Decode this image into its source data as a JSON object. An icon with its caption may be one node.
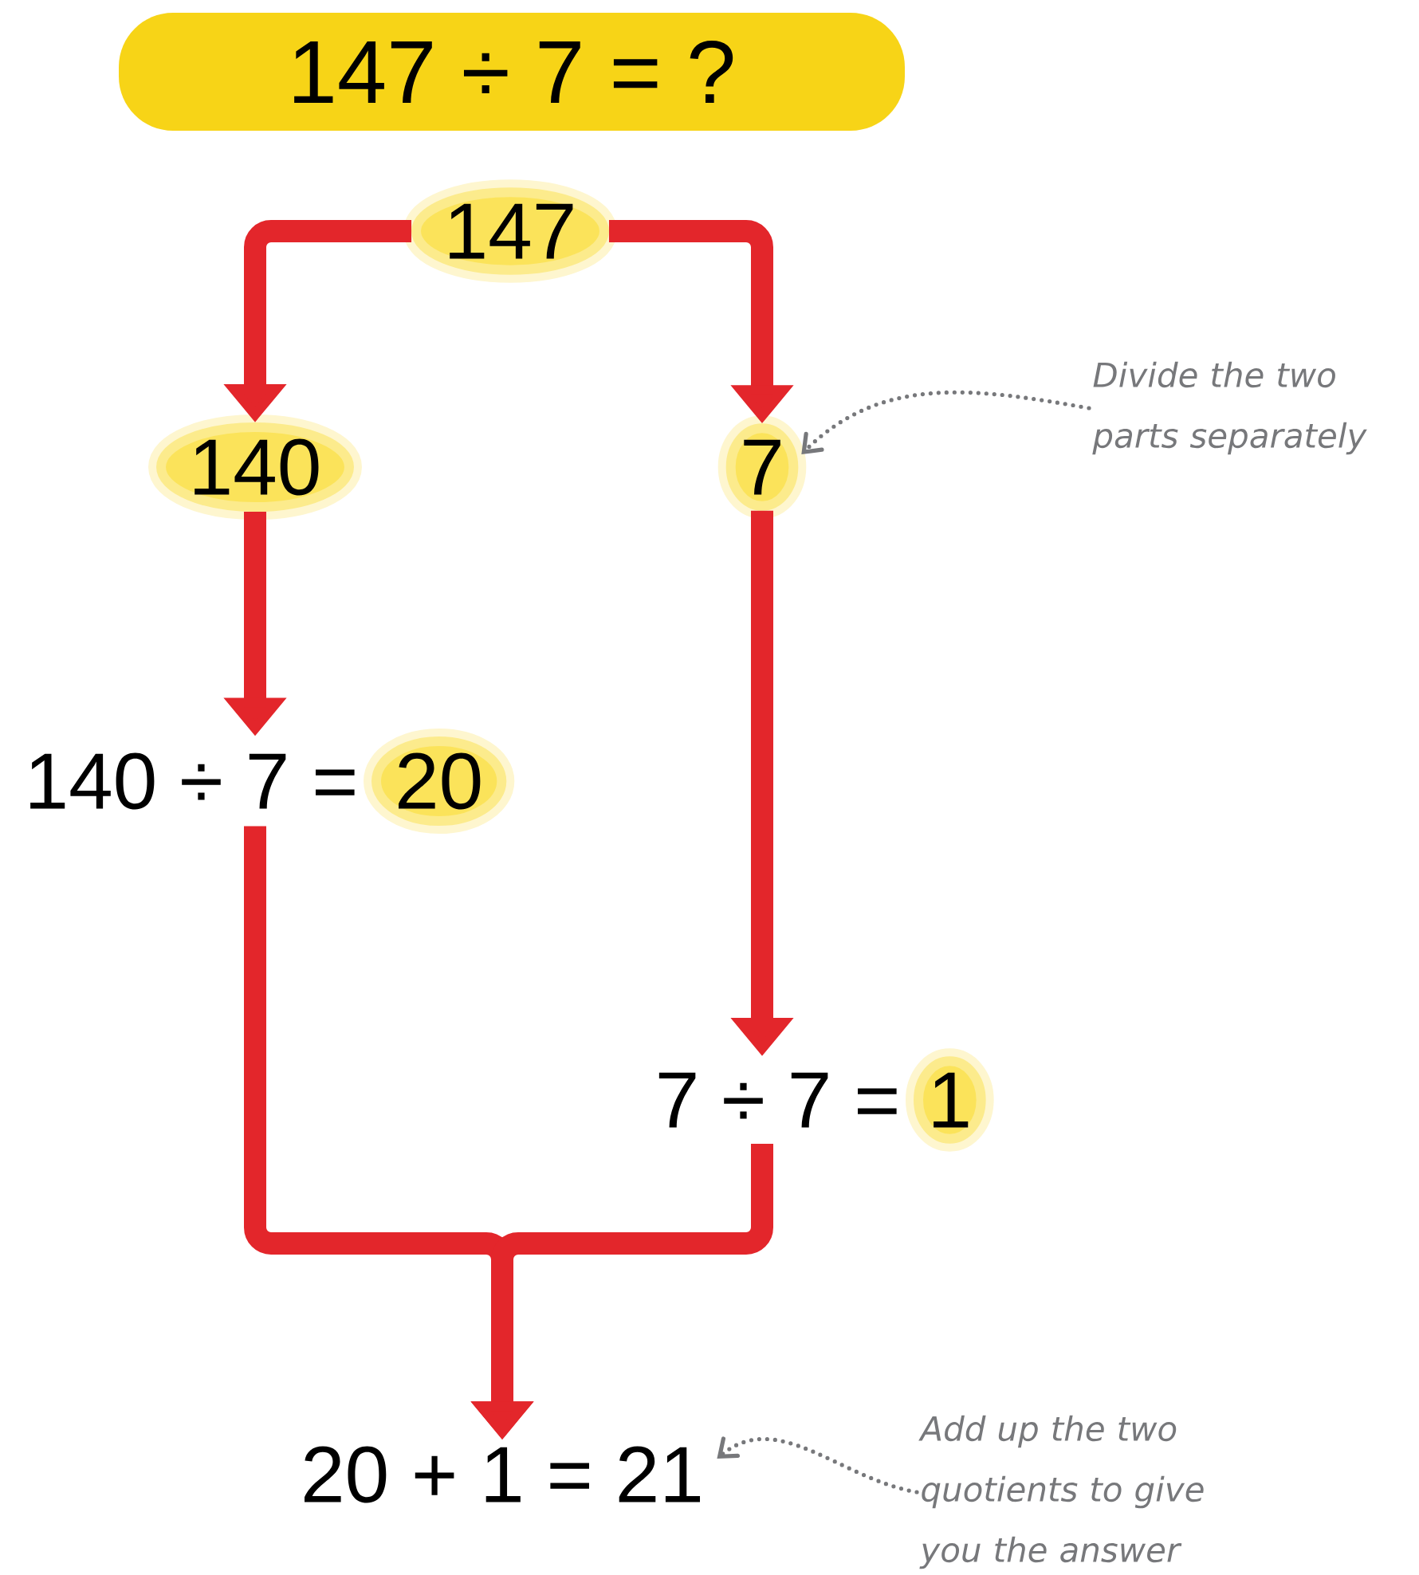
{
  "diagram": {
    "title": "147 ÷ 7 = ?",
    "nodes": [
      {
        "text": [
          "147"
        ]
      },
      {
        "text": [
          "140"
        ]
      },
      {
        "text": [
          "7"
        ]
      },
      {
        "text": [
          "140 ÷ 7 =",
          "20"
        ]
      },
      {
        "text": [
          "7 ÷ 7 =",
          "1"
        ]
      },
      {
        "text": [
          "20 + 1 = 21"
        ]
      },
      {
        "text": [
          "Divide the two parts separately"
        ]
      },
      {
        "text": [
          "Add up the two quotients to give you the answer"
        ]
      }
    ],
    "edges": [
      {
        "from": 0,
        "to": 1,
        "arrow": "to"
      },
      {
        "from": 0,
        "to": 2,
        "arrow": "to"
      },
      {
        "from": 1,
        "to": 3,
        "arrow": "to"
      },
      {
        "from": 2,
        "to": 4,
        "arrow": "to"
      },
      {
        "from": 3,
        "to": 5,
        "arrow": "to"
      },
      {
        "from": 4,
        "to": 5,
        "arrow": "to"
      },
      {
        "from": 6,
        "to": 2,
        "arrow": "to",
        "style": "dashed",
        "color": "#77787b"
      },
      {
        "from": 7,
        "to": 5,
        "arrow": "to",
        "style": "dashed",
        "color": "#77787b"
      }
    ]
  }
}
